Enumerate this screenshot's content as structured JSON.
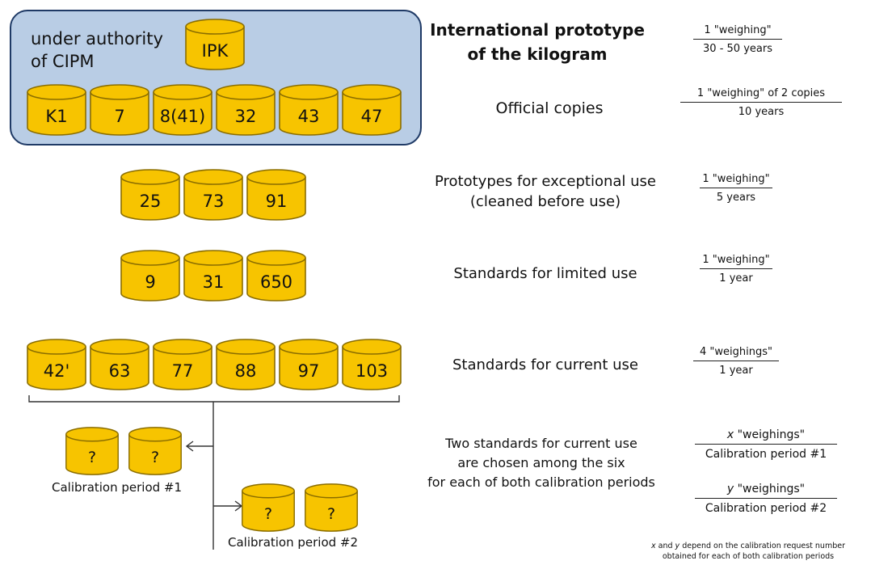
{
  "authority": {
    "label_line1": "under authority",
    "label_line2": "of CIPM",
    "ipk": "IPK"
  },
  "official_copies": [
    "K1",
    "7",
    "8(41)",
    "32",
    "43",
    "47"
  ],
  "exceptional": [
    "25",
    "73",
    "91"
  ],
  "limited": [
    "9",
    "31",
    "650"
  ],
  "current": [
    "42'",
    "63",
    "77",
    "88",
    "97",
    "103"
  ],
  "unknown_mark": "?",
  "calibration": {
    "period1": "Calibration period #1",
    "period2": "Calibration period #2"
  },
  "rows": {
    "ipk_line1": "International prototype",
    "ipk_line2": "of the kilogram",
    "official": "Official copies",
    "exceptional_line1": "Prototypes for exceptional use",
    "exceptional_line2": "(cleaned before use)",
    "limited": "Standards for limited use",
    "current": "Standards for current use",
    "two_line1": "Two standards for current use",
    "two_line2": "are chosen among the six",
    "two_line3": "for each of both calibration periods"
  },
  "fractions": {
    "ipk": {
      "num": "1 \"weighing\"",
      "den": "30 - 50 years"
    },
    "official": {
      "num": "1 \"weighing\" of 2 copies",
      "den": "10 years"
    },
    "exceptional": {
      "num": "1 \"weighing\"",
      "den": "5 years"
    },
    "limited": {
      "num": "1 \"weighing\"",
      "den": "1 year"
    },
    "current": {
      "num": "4 \"weighings\"",
      "den": "1 year"
    },
    "cal1": {
      "var": "x",
      "num": " \"weighings\"",
      "den": "Calibration period #1"
    },
    "cal2": {
      "var": "y",
      "num": " \"weighings\"",
      "den": "Calibration period #2"
    }
  },
  "note": {
    "x": "x",
    "and": " and ",
    "y": "y",
    "line1_rest": " depend on the calibration request number",
    "line2": "obtained for each of both calibration periods"
  },
  "colors": {
    "cylinder_fill": "#f7c400",
    "cylinder_stroke": "#8a6d00",
    "box_fill": "#b9cde5",
    "box_stroke": "#1f3a66"
  }
}
